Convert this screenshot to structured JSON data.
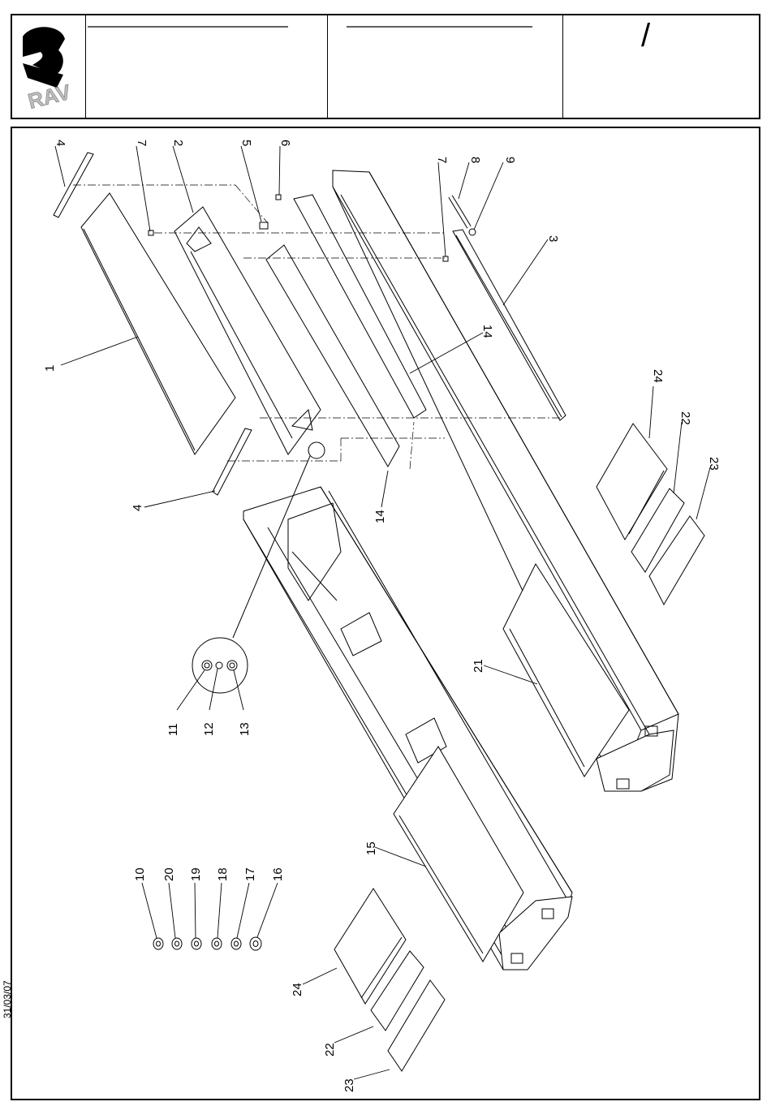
{
  "header": {
    "logo_text": "RAV",
    "slash_mark": "/"
  },
  "date": "31/03/07",
  "callouts": [
    "1",
    "2",
    "3",
    "4",
    "4",
    "5",
    "6",
    "7",
    "7",
    "8",
    "9",
    "10",
    "11",
    "12",
    "13",
    "14",
    "14",
    "15",
    "16",
    "17",
    "18",
    "19",
    "20",
    "21",
    "22",
    "22",
    "23",
    "23",
    "24",
    "24"
  ]
}
